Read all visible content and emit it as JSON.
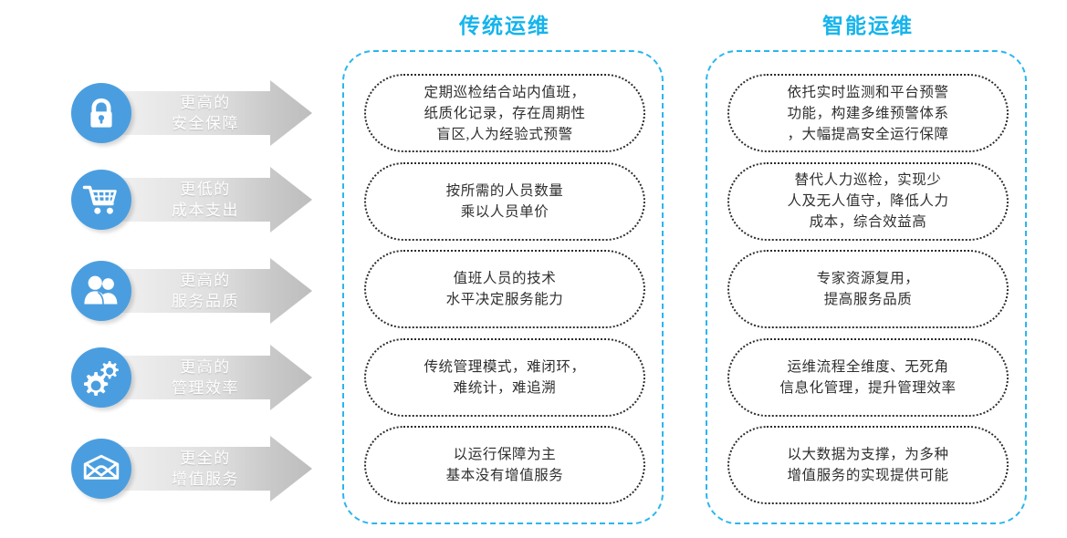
{
  "theme": {
    "accent_blue": "#15b4ec",
    "icon_circle_blue": "#4a9ee0",
    "banner_gradient_start": "#f4f4f4",
    "banner_gradient_end": "#bdbdbd",
    "card_border": "#2b2b2b",
    "card_text": "#2f2f2f"
  },
  "benefits": [
    {
      "icon": "lock-icon",
      "line1": "更高的",
      "line2": "安全保障"
    },
    {
      "icon": "cart-icon",
      "line1": "更低的",
      "line2": "成本支出"
    },
    {
      "icon": "users-icon",
      "line1": "更高的",
      "line2": "服务品质"
    },
    {
      "icon": "gears-icon",
      "line1": "更高的",
      "line2": "管理效率"
    },
    {
      "icon": "envelope-icon",
      "line1": "更全的",
      "line2": "增值服务"
    }
  ],
  "columns": [
    {
      "title": "传统运维",
      "cards": [
        "定期巡检结合站内值班，\n纸质化记录，存在周期性\n盲区,人为经验式预警",
        "按所需的人员数量\n乘以人员单价",
        "值班人员的技术\n水平决定服务能力",
        "传统管理模式，难闭环，\n难统计，难追溯",
        "以运行保障为主\n基本没有增值服务"
      ]
    },
    {
      "title": "智能运维",
      "cards": [
        "依托实时监测和平台预警\n功能，构建多维预警体系\n，大幅提高安全运行保障",
        "替代人力巡检，实现少\n人及无人值守，降低人力\n成本，综合效益高",
        "专家资源复用，\n提高服务品质",
        "运维流程全维度、无死角\n信息化管理，提升管理效率",
        "以大数据为支撑，为多种\n增值服务的实现提供可能"
      ]
    }
  ]
}
